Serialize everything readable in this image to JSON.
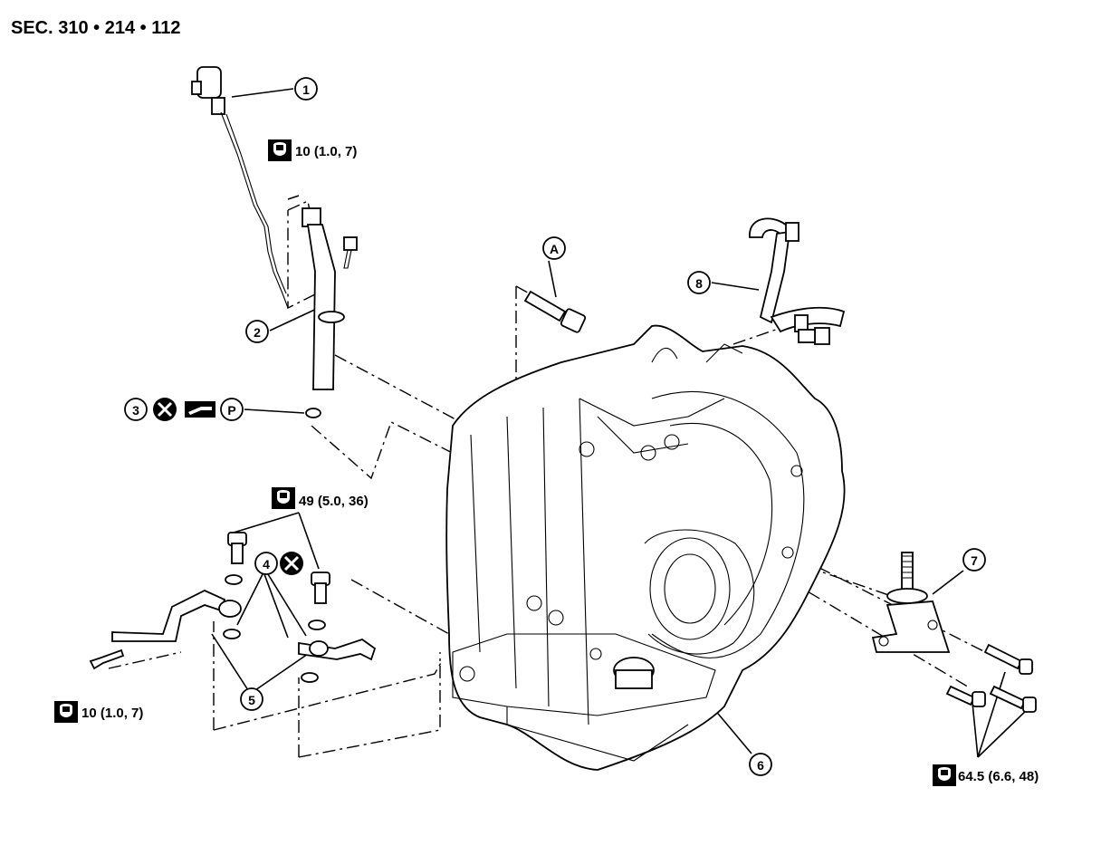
{
  "section_label": "SEC. 310 • 214 • 112",
  "callouts": {
    "c1": "1",
    "c2": "2",
    "c3": "3",
    "c4": "4",
    "c5": "5",
    "c6": "6",
    "c7": "7",
    "c8": "8",
    "cA": "A",
    "cP": "P"
  },
  "torques": {
    "t1": "10 (1.0, 7)",
    "t2": "49 (5.0, 36)",
    "t3": "10 (1.0, 7)",
    "t4": "64.5 (6.6, 48)"
  },
  "icons": [
    "torque-wrench-icon",
    "do-not-reuse-icon",
    "apply-sealant-icon"
  ]
}
